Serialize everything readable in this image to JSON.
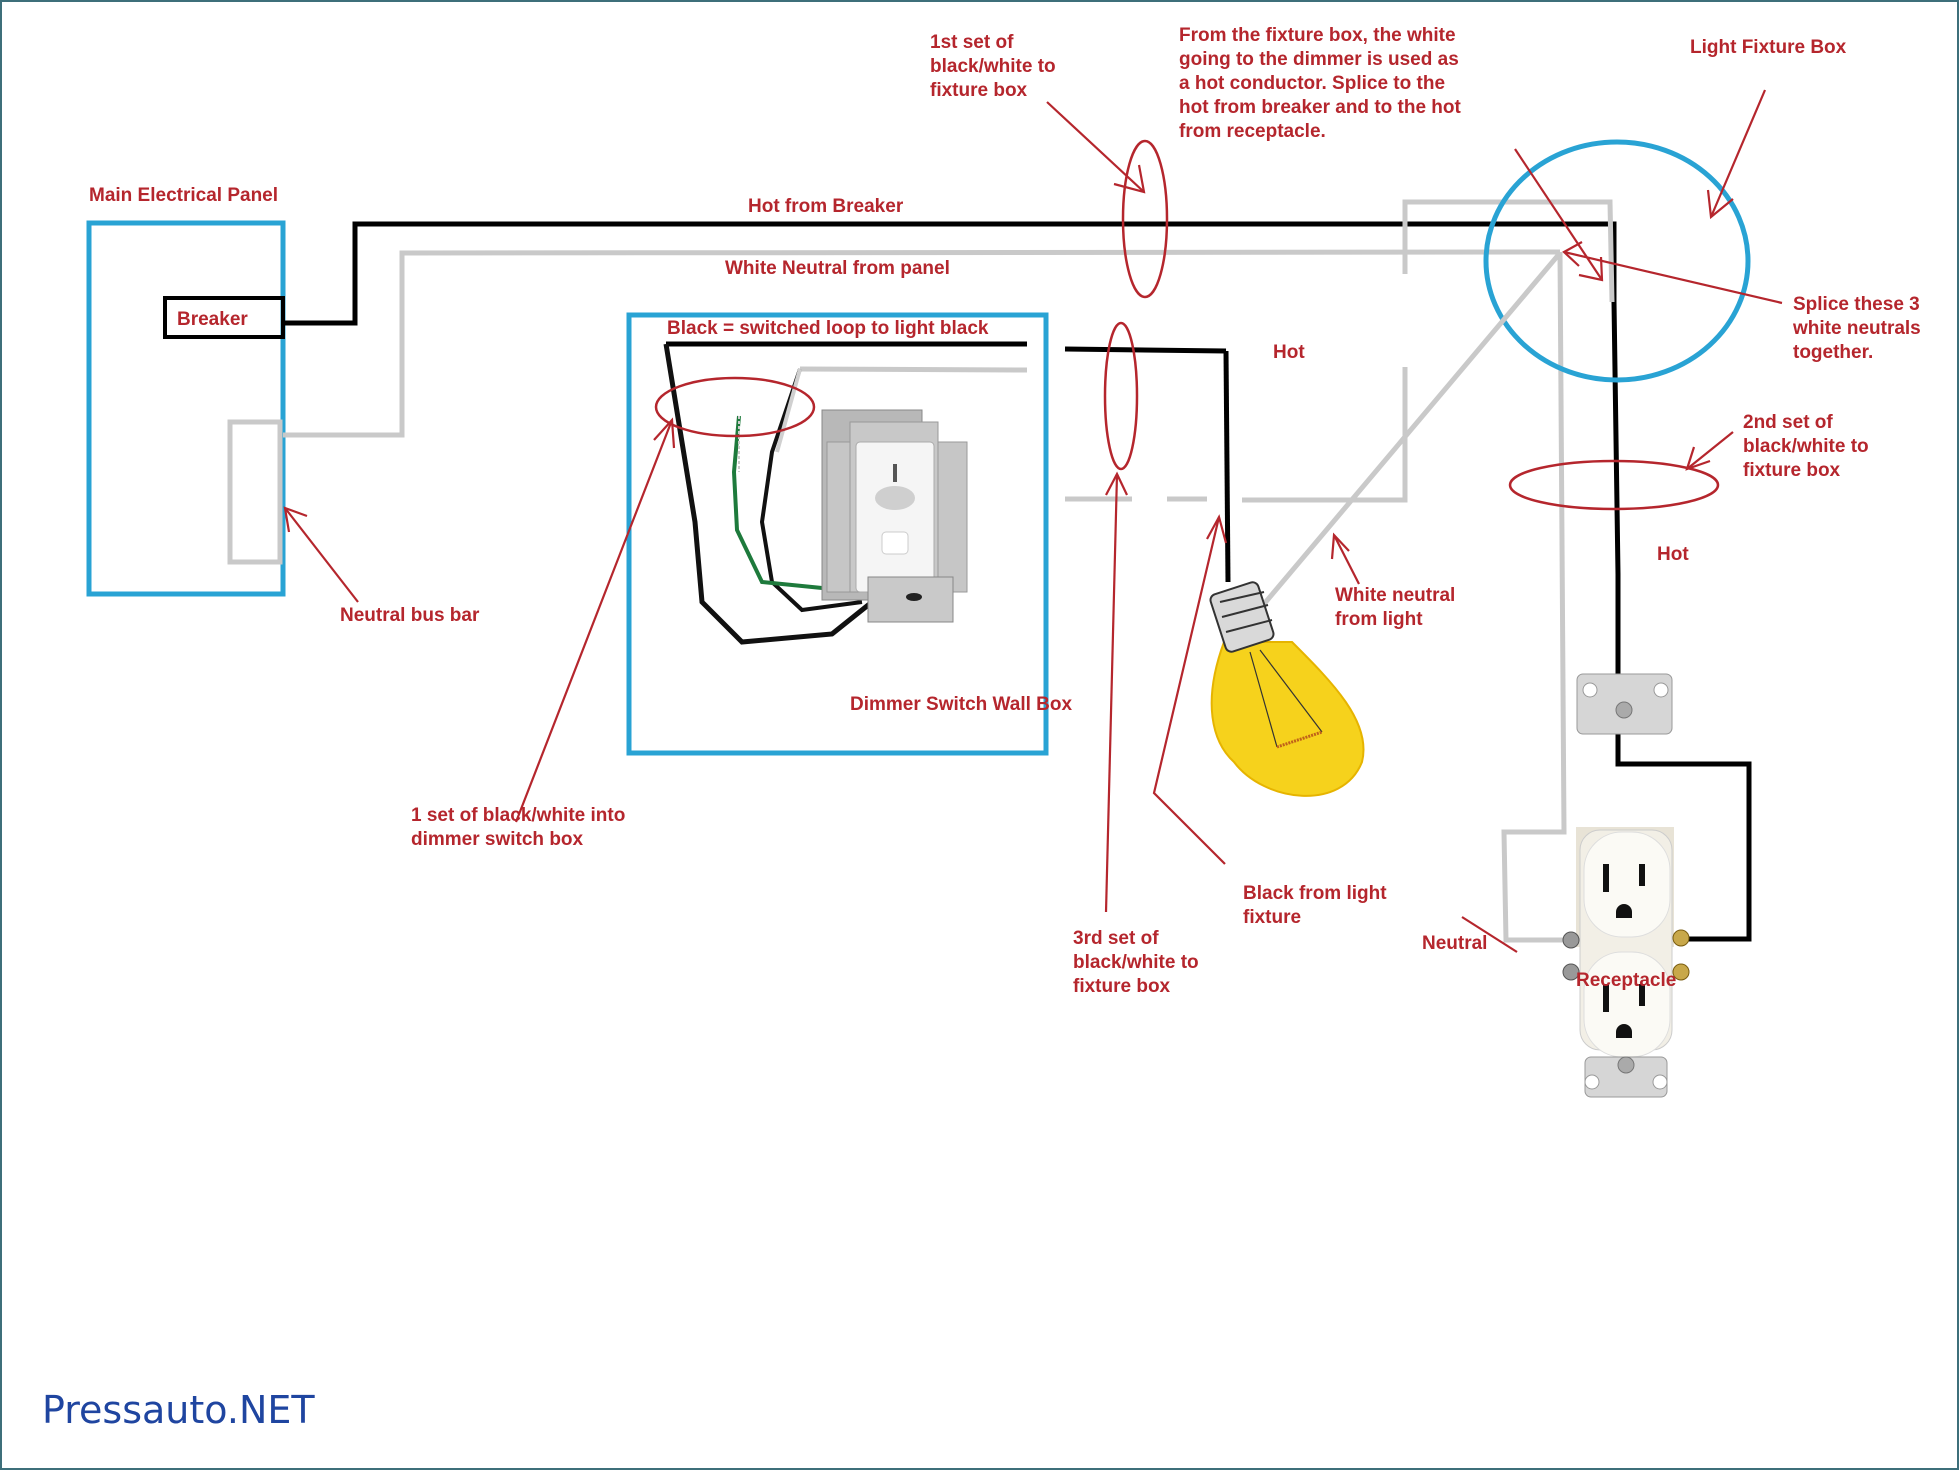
{
  "diagram": {
    "colors": {
      "label_red": "#b5262d",
      "box_blue": "#29a3d4",
      "hot_wire": "#000000",
      "neutral_wire": "#c9c9c9",
      "ground_wire": "#1e7a3c",
      "watermark_blue": "#1f45a0",
      "bulb_yellow": "#f6d21c"
    },
    "labels": {
      "main_panel": "Main Electrical Panel",
      "breaker": "Breaker",
      "neutral_bus_bar": "Neutral bus bar",
      "hot_from_breaker": "Hot from Breaker",
      "white_neutral_from_panel": "White Neutral from panel",
      "switched_loop": "Black = switched loop to light black",
      "dimmer_box": "Dimmer Switch Wall Box",
      "one_set_into_dimmer": [
        "1 set of black/white into",
        "dimmer switch box"
      ],
      "first_set": [
        "1st set of",
        "black/white to",
        "fixture box"
      ],
      "fixture_note": [
        "From the fixture box, the white",
        "going to the dimmer is used as",
        "a hot conductor. Splice to the",
        "hot from breaker and to the hot",
        "from receptacle."
      ],
      "light_fixture_box": "Light Fixture Box",
      "splice_neutrals": [
        "Splice these 3",
        "white neutrals",
        "together."
      ],
      "second_set": [
        "2nd set of",
        "black/white to",
        "fixture box"
      ],
      "hot_mid": "Hot",
      "hot_right": "Hot",
      "white_neutral_from_light": [
        "White neutral",
        "from light"
      ],
      "black_from_light": [
        "Black from light",
        "fixture"
      ],
      "third_set": [
        "3rd set of",
        "black/white to",
        "fixture box"
      ],
      "neutral": "Neutral",
      "receptacle": "Receptacle"
    },
    "watermark": "Pressauto.NET"
  }
}
